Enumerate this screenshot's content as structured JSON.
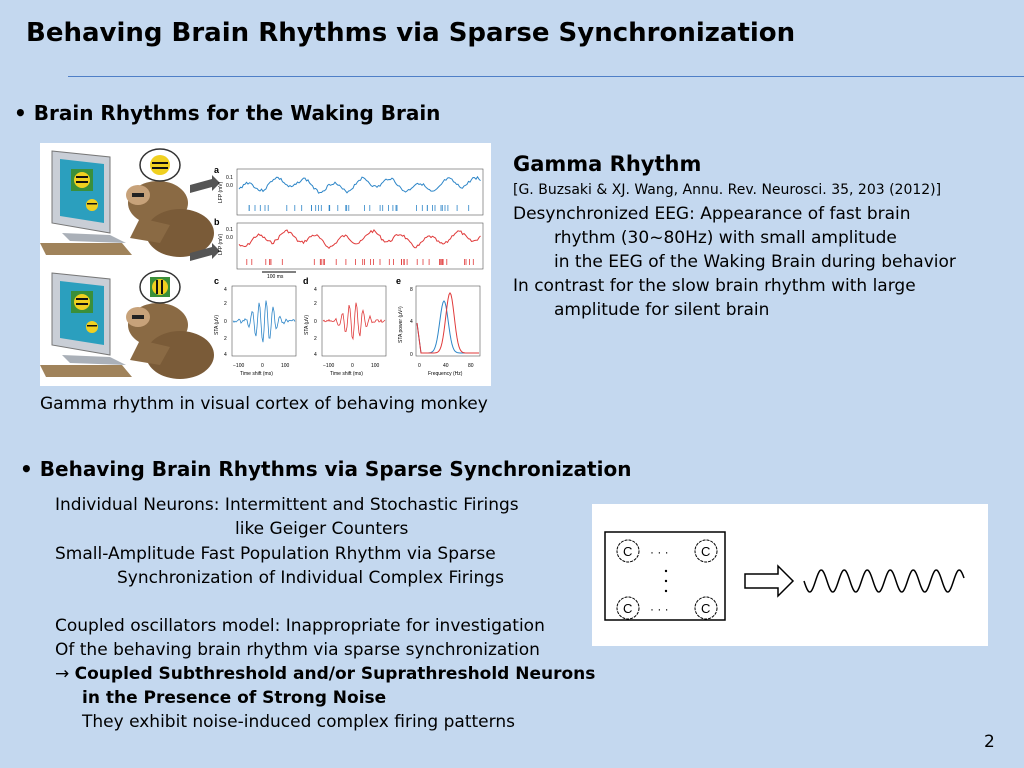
{
  "slide": {
    "title": "Behaving Brain Rhythms via Sparse Synchronization",
    "page_number": "2"
  },
  "section1": {
    "bullet": "•",
    "heading": "Brain Rhythms for the Waking Brain",
    "caption": "Gamma rhythm in visual cortex of behaving monkey",
    "figure": {
      "panel_labels": [
        "a",
        "b",
        "c",
        "d",
        "e"
      ],
      "lfp_label": "LFP (mV)",
      "lfp_ticks": [
        "0.1",
        "0.0"
      ],
      "scale_bar": "100 ms",
      "sta_label": "STA (μV)",
      "sta_power_label": "STA power (μV²)",
      "sta_ticks": [
        "4",
        "2",
        "0",
        "2",
        "4"
      ],
      "time_shift_ticks": [
        "−100",
        "0",
        "100"
      ],
      "time_shift_label": "Time shift (ms)",
      "freq_ticks": [
        "0",
        "40",
        "80"
      ],
      "freq_label": "Frequency (Hz)",
      "power_ticks": [
        "8",
        "4",
        "0"
      ],
      "colors": {
        "trace_a": "#2e86c8",
        "trace_b": "#e03a3a"
      }
    },
    "gamma": {
      "title": "Gamma Rhythm",
      "reference": "[G. Buzsaki & XJ. Wang, Annu. Rev. Neurosci. 35, 203 (2012)]",
      "lines": [
        "Desynchronized EEG: Appearance of fast brain",
        "rhythm (30~80Hz) with small amplitude",
        "in the EEG of the Waking Brain during behavior",
        "In contrast for the slow brain rhythm with large",
        "amplitude for silent brain"
      ]
    }
  },
  "section2": {
    "bullet": "•",
    "heading": "Behaving Brain Rhythms via Sparse Synchronization",
    "lines": [
      "Individual Neurons: Intermittent and Stochastic Firings",
      "like Geiger Counters",
      "Small-Amplitude Fast Population Rhythm via Sparse",
      "Synchronization of Individual Complex Firings",
      "Coupled oscillators model: Inappropriate for investigation",
      "Of the behaving brain rhythm via sparse synchronization",
      "→",
      "Coupled Subthreshold and/or Suprathreshold Neurons",
      "in the Presence of Strong Noise",
      "They exhibit noise-induced complex firing patterns"
    ],
    "figure": {
      "node_label": "C",
      "dots": "· · ·"
    }
  }
}
